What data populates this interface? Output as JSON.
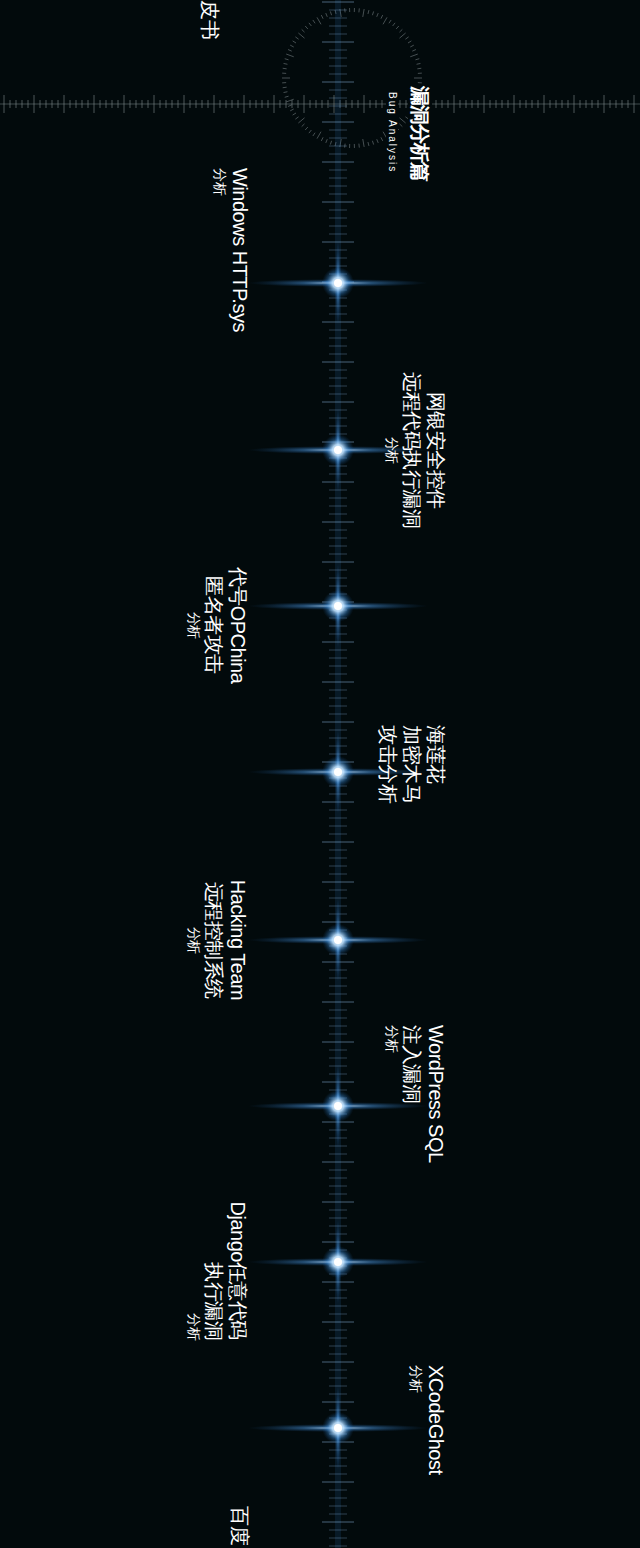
{
  "diagram": {
    "title": "漏洞分析篇",
    "labels": [
      "皮书",
      "Bug Analysis",
      "Windows HTTP.sys",
      "分析",
      "网银安全控件 远程代码执行漏洞",
      "分析",
      "代号OPChina 匿名者攻击",
      "分析",
      "海莲花 加密木马 攻击分析",
      "Hacking Team 远程控制系统",
      "分析",
      "WordPress SQL 注入漏洞",
      "分析",
      "Django任意代码 执行漏洞",
      "分析",
      "XCodeGhost",
      "分析",
      "百度"
    ]
  }
}
